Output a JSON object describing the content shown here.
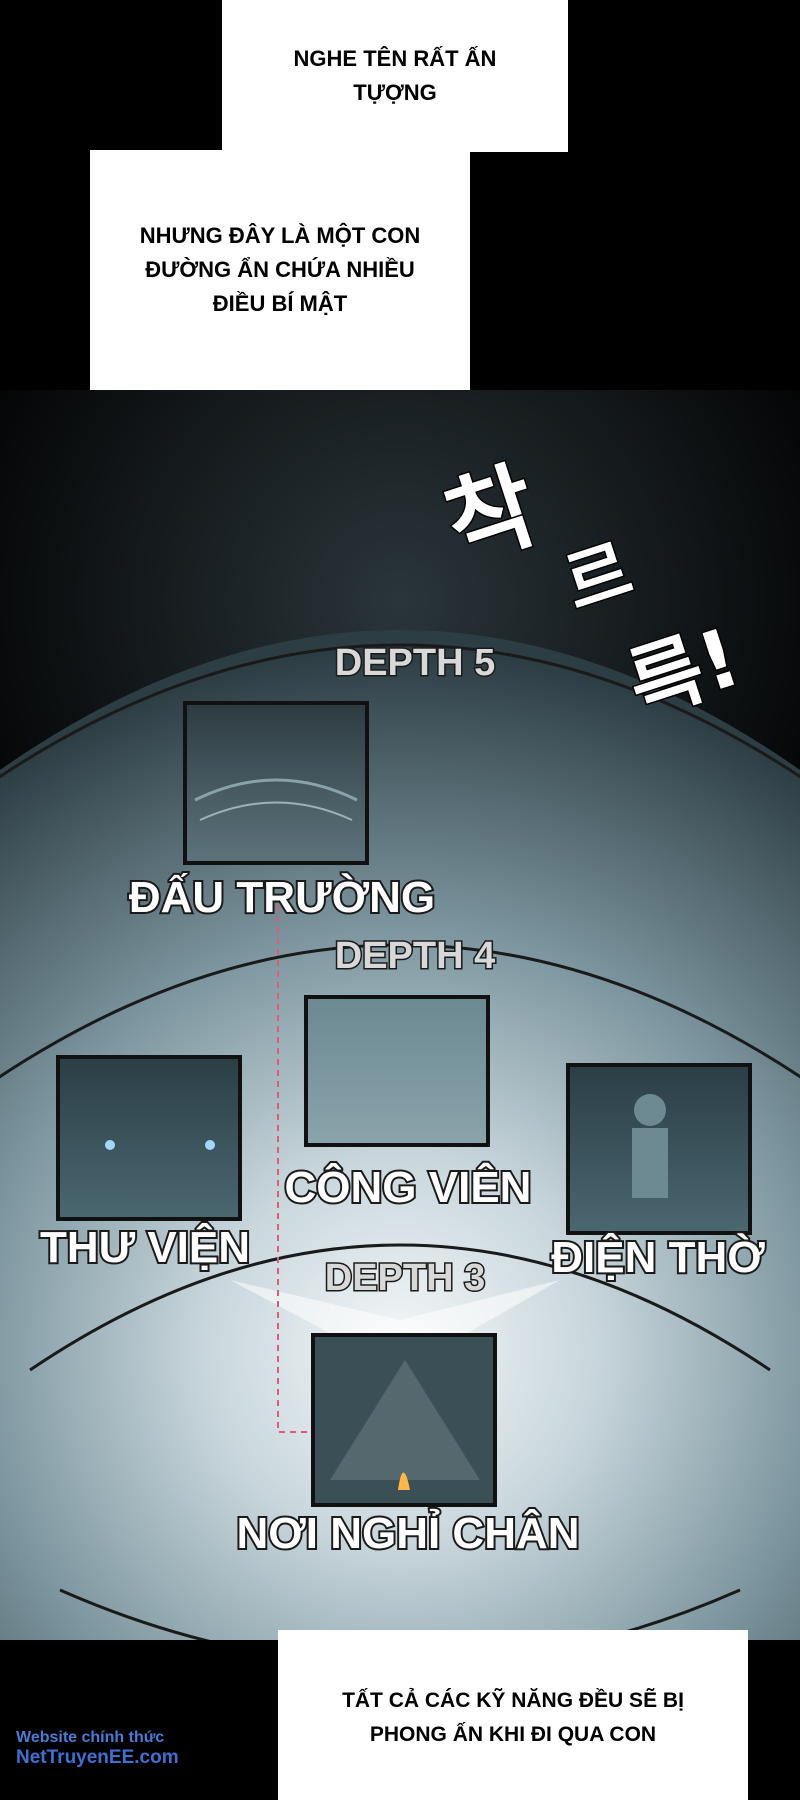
{
  "captions": {
    "top": "NGHE TÊN RẤT ẤN\nTỰỢNG",
    "second": "NHƯNG ĐÂY LÀ MỘT CON\nĐƯỜNG ẨN CHỨA NHIỀU\nĐIỀU BÍ MẬT",
    "bottom": "TẤT CẢ CÁC KỸ NĂNG ĐỀU SẼ BỊ\nPHONG ẤN KHI ĐI QUA CON"
  },
  "sfx": [
    "착",
    "르",
    "륵!"
  ],
  "map": {
    "depths": [
      "DEPTH 5",
      "DEPTH 4",
      "DEPTH 3"
    ],
    "locations": {
      "arena": "ĐẤU TRƯỜNG",
      "park": "CÔNG VIÊN",
      "library": "THƯ VIỆN",
      "shrine": "ĐIỆN THỜ",
      "rest": "NƠI NGHỈ CHÂN"
    }
  },
  "watermark": {
    "line1": "Website chính thức",
    "line2": "NetTruyenEE.com"
  },
  "colors": {
    "background": "#000000",
    "map_light": "#dfe7ea",
    "map_dark": "#3d5560"
  }
}
